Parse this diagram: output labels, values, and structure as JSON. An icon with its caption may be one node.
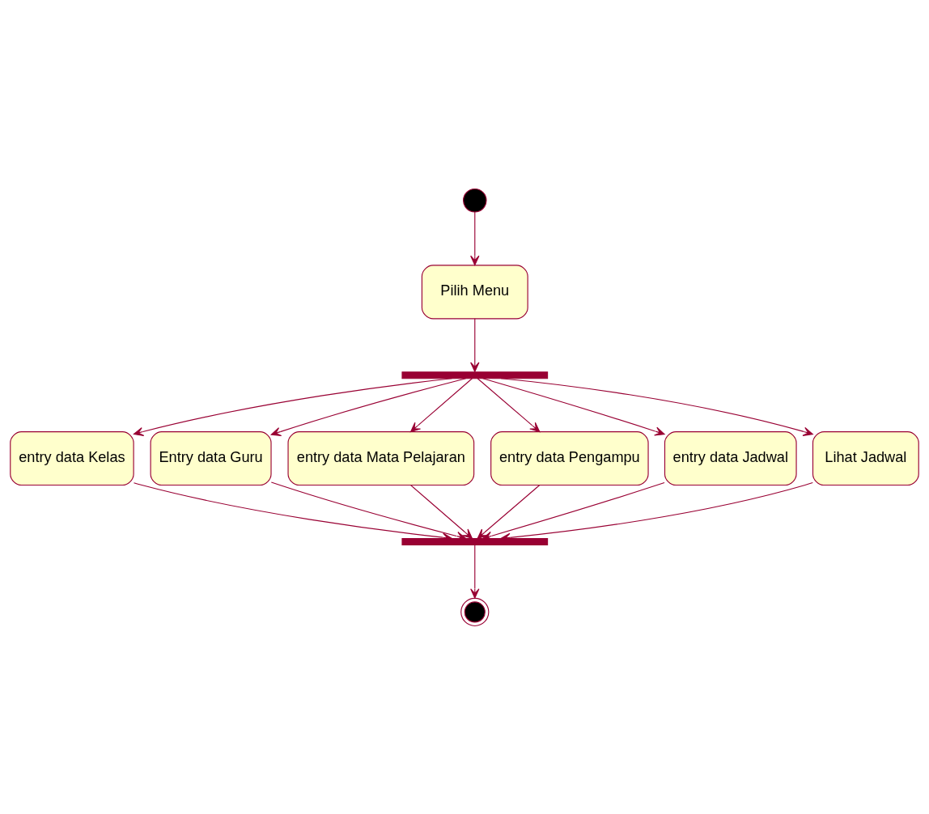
{
  "diagram": {
    "nodes": [
      {
        "text": [],
        "shape": "circle"
      },
      {
        "text": [
          "Pilih Menu"
        ]
      },
      {
        "text": [],
        "shape": "bar"
      },
      {
        "text": [
          "entry data Kelas"
        ]
      },
      {
        "text": [
          "Entry data Guru"
        ]
      },
      {
        "text": [
          "entry data Mata Pelajaran"
        ]
      },
      {
        "text": [
          "entry data Pengampu"
        ]
      },
      {
        "text": [
          "entry data Jadwal"
        ]
      },
      {
        "text": [
          "Lihat Jadwal"
        ]
      },
      {
        "text": [],
        "shape": "bar"
      },
      {
        "text": [],
        "shape": "circle"
      }
    ],
    "edges": [
      {
        "from": 0,
        "to": 1,
        "arrow": "to"
      },
      {
        "from": 1,
        "to": 2,
        "arrow": "to"
      },
      {
        "from": 2,
        "to": 3,
        "arrow": "to"
      },
      {
        "from": 2,
        "to": 4,
        "arrow": "to"
      },
      {
        "from": 2,
        "to": 5,
        "arrow": "to"
      },
      {
        "from": 2,
        "to": 6,
        "arrow": "to"
      },
      {
        "from": 2,
        "to": 7,
        "arrow": "to"
      },
      {
        "from": 2,
        "to": 8,
        "arrow": "to"
      },
      {
        "from": 3,
        "to": 9,
        "arrow": "to"
      },
      {
        "from": 4,
        "to": 9,
        "arrow": "to"
      },
      {
        "from": 5,
        "to": 9,
        "arrow": "to"
      },
      {
        "from": 6,
        "to": 9,
        "arrow": "to"
      },
      {
        "from": 7,
        "to": 9,
        "arrow": "to"
      },
      {
        "from": 8,
        "to": 9,
        "arrow": "to"
      },
      {
        "from": 9,
        "to": 10,
        "arrow": "to"
      }
    ]
  }
}
